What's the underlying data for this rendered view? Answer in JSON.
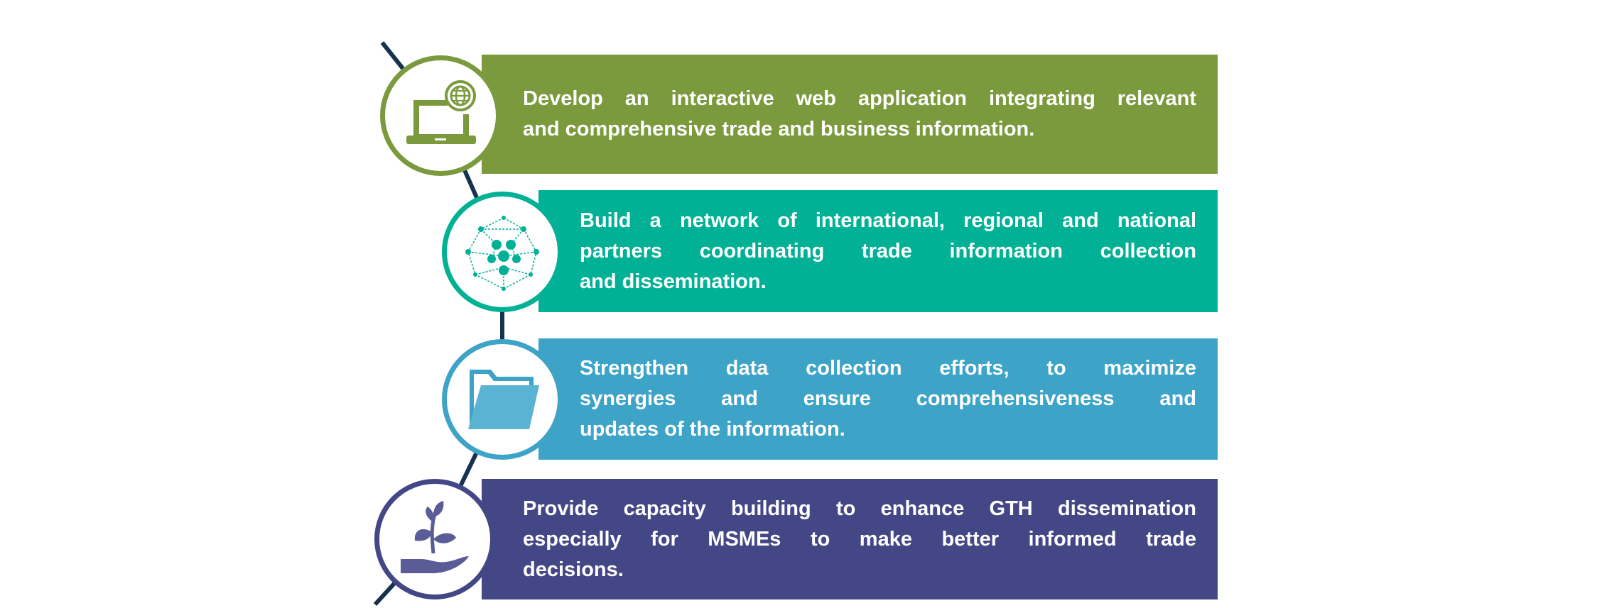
{
  "items": [
    {
      "icon": "laptop-globe-icon",
      "color": "#7a9a3d",
      "lines": [
        "Develop an interactive web application integrating relevant",
        "and comprehensive trade and business information."
      ]
    },
    {
      "icon": "network-icon",
      "color": "#00b195",
      "lines": [
        "Build a network of international, regional and national",
        "partners coordinating trade information collection",
        "and dissemination."
      ]
    },
    {
      "icon": "folder-icon",
      "color": "#3da3c7",
      "lines": [
        "Strengthen data collection efforts, to maximize",
        "synergies and ensure comprehensiveness and",
        "updates of the information."
      ]
    },
    {
      "icon": "plant-hand-icon",
      "color": "#444785",
      "lines": [
        "Provide capacity building to enhance GTH dissemination",
        "especially for MSMEs to make better informed trade",
        "decisions."
      ]
    }
  ],
  "connector_color": "#15324f"
}
